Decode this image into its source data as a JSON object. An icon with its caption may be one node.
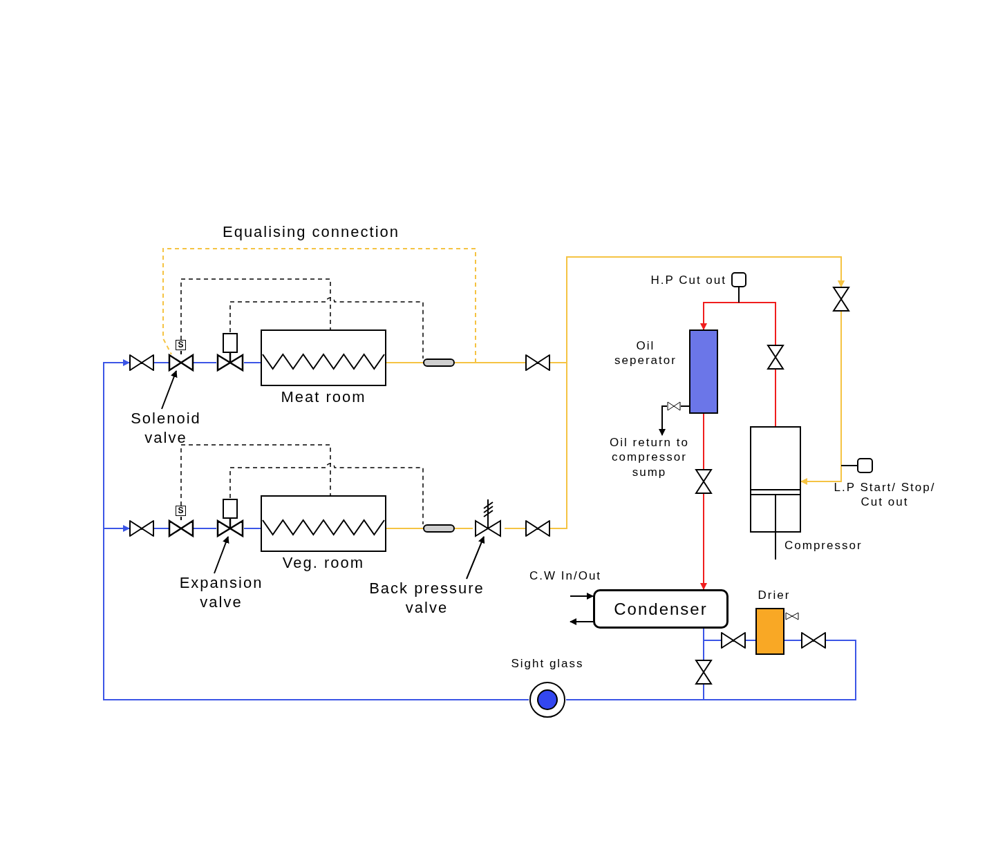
{
  "diagram": {
    "nodes": [
      {
        "text": [
          "Meat room"
        ]
      },
      {
        "text": [
          "Veg. room"
        ]
      },
      {
        "text": [],
        "shape": "valve"
      },
      {
        "text": [],
        "shape": "valve"
      },
      {
        "text": [
          "S"
        ]
      },
      {
        "text": [],
        "shape": "valve"
      },
      {
        "text": [],
        "shape": "capsule"
      },
      {
        "text": [],
        "shape": "valve"
      },
      {
        "text": [],
        "shape": "valve"
      },
      {
        "text": [],
        "shape": "valve"
      },
      {
        "text": [
          "S"
        ]
      },
      {
        "text": [],
        "shape": "valve"
      },
      {
        "text": [],
        "shape": "capsule"
      },
      {
        "text": [],
        "shape": "valve"
      },
      {
        "text": [],
        "shape": "valve"
      },
      {
        "text": [
          "Solenoid valve"
        ]
      },
      {
        "text": [
          "Expansion valve"
        ]
      },
      {
        "text": [
          "Back pressure valve"
        ]
      },
      {
        "text": [],
        "shape": "valve"
      },
      {
        "text": [
          "Compressor"
        ]
      },
      {
        "text": [
          "L.P Start/ Stop/ Cut out"
        ]
      },
      {
        "text": [],
        "shape": "valve"
      },
      {
        "text": [
          "H.P Cut out"
        ]
      },
      {
        "text": [
          "Oil seperator"
        ]
      },
      {
        "text": [],
        "shape": "valve"
      },
      {
        "text": [
          "Oil return to compressor sump"
        ]
      },
      {
        "text": [],
        "shape": "valve"
      },
      {
        "text": [
          "Condenser"
        ],
        "beside": [
          "C.W In/Out"
        ]
      },
      {
        "text": [],
        "shape": "valve"
      },
      {
        "text": [
          "Drier"
        ]
      },
      {
        "text": [],
        "shape": "valve"
      },
      {
        "text": [],
        "shape": "valve"
      },
      {
        "text": [
          "Sight glass"
        ]
      }
    ],
    "edges": [
      {
        "from": 2,
        "to": 3,
        "arrow": "none",
        "color": "#3b55e6"
      },
      {
        "from": 3,
        "to": 5,
        "arrow": "none",
        "color": "#3b55e6"
      },
      {
        "from": 5,
        "to": 0,
        "arrow": "none",
        "color": "#3b55e6"
      },
      {
        "from": 0,
        "to": 6,
        "arrow": "none",
        "color": "#f5c342"
      },
      {
        "from": 6,
        "to": 7,
        "arrow": "none",
        "color": "#f5c342"
      },
      {
        "from": 7,
        "to": 18,
        "arrow": "to",
        "color": "#f5c342"
      },
      {
        "from": 8,
        "to": 9,
        "arrow": "none",
        "color": "#3b55e6"
      },
      {
        "from": 9,
        "to": 11,
        "arrow": "none",
        "color": "#3b55e6"
      },
      {
        "from": 11,
        "to": 1,
        "arrow": "none",
        "color": "#3b55e6"
      },
      {
        "from": 1,
        "to": 12,
        "arrow": "none",
        "color": "#f5c342"
      },
      {
        "from": 12,
        "to": 13,
        "arrow": "none",
        "color": "#f5c342"
      },
      {
        "from": 13,
        "to": 14,
        "arrow": "none",
        "color": "#f5c342"
      },
      {
        "from": 14,
        "to": 18,
        "arrow": "to",
        "color": "#f5c342"
      },
      {
        "from": 18,
        "to": 19,
        "arrow": "to",
        "color": "#f5c342"
      },
      {
        "from": null,
        "to": 20,
        "arrow": "none"
      },
      {
        "from": 19,
        "to": 21,
        "arrow": "none",
        "color": "#f01d1d"
      },
      {
        "from": 21,
        "to": 23,
        "arrow": "to",
        "color": "#f01d1d"
      },
      {
        "from": null,
        "to": 22,
        "arrow": "none"
      },
      {
        "from": 23,
        "to": 24,
        "arrow": "none"
      },
      {
        "from": 24,
        "to": 25,
        "arrow": "to"
      },
      {
        "from": 23,
        "to": 26,
        "arrow": "none",
        "color": "#f01d1d"
      },
      {
        "from": 26,
        "to": 27,
        "arrow": "to",
        "color": "#f01d1d"
      },
      {
        "from": null,
        "to": 27,
        "arrow": "to"
      },
      {
        "from": 27,
        "to": null,
        "arrow": "to"
      },
      {
        "from": 27,
        "to": 28,
        "arrow": "none",
        "color": "#3b55e6"
      },
      {
        "from": 28,
        "to": 29,
        "arrow": "none",
        "color": "#3b55e6"
      },
      {
        "from": 29,
        "to": 30,
        "arrow": "none",
        "color": "#3b55e6"
      },
      {
        "from": 30,
        "to": 32,
        "arrow": "none",
        "color": "#3b55e6"
      },
      {
        "from": 27,
        "to": 31,
        "arrow": "none",
        "color": "#3b55e6"
      },
      {
        "from": 31,
        "to": 32,
        "arrow": "none",
        "color": "#3b55e6"
      },
      {
        "from": 32,
        "to": 2,
        "arrow": "to",
        "color": "#3b55e6"
      },
      {
        "from": 32,
        "to": 8,
        "arrow": "to",
        "color": "#3b55e6"
      },
      {
        "from": 4,
        "to": 3,
        "arrow": "none"
      },
      {
        "from": 4,
        "to": 0,
        "arrow": "none",
        "style": "dashed"
      },
      {
        "from": 5,
        "to": 6,
        "arrow": "none",
        "style": "dashed"
      },
      {
        "from": 10,
        "to": 1,
        "arrow": "none",
        "style": "dashed"
      },
      {
        "from": 11,
        "to": 12,
        "arrow": "none",
        "style": "dashed"
      },
      {
        "from": null,
        "to": 3,
        "arrow": "none",
        "style": "dashed",
        "color": "#f5c342",
        "label": "Equalising connection"
      },
      {
        "from": 15,
        "to": 3,
        "arrow": "to"
      },
      {
        "from": 16,
        "to": 11,
        "arrow": "to"
      },
      {
        "from": 17,
        "to": 13,
        "arrow": "to"
      },
      {
        "from": 10,
        "to": 9,
        "arrow": "none"
      }
    ]
  }
}
